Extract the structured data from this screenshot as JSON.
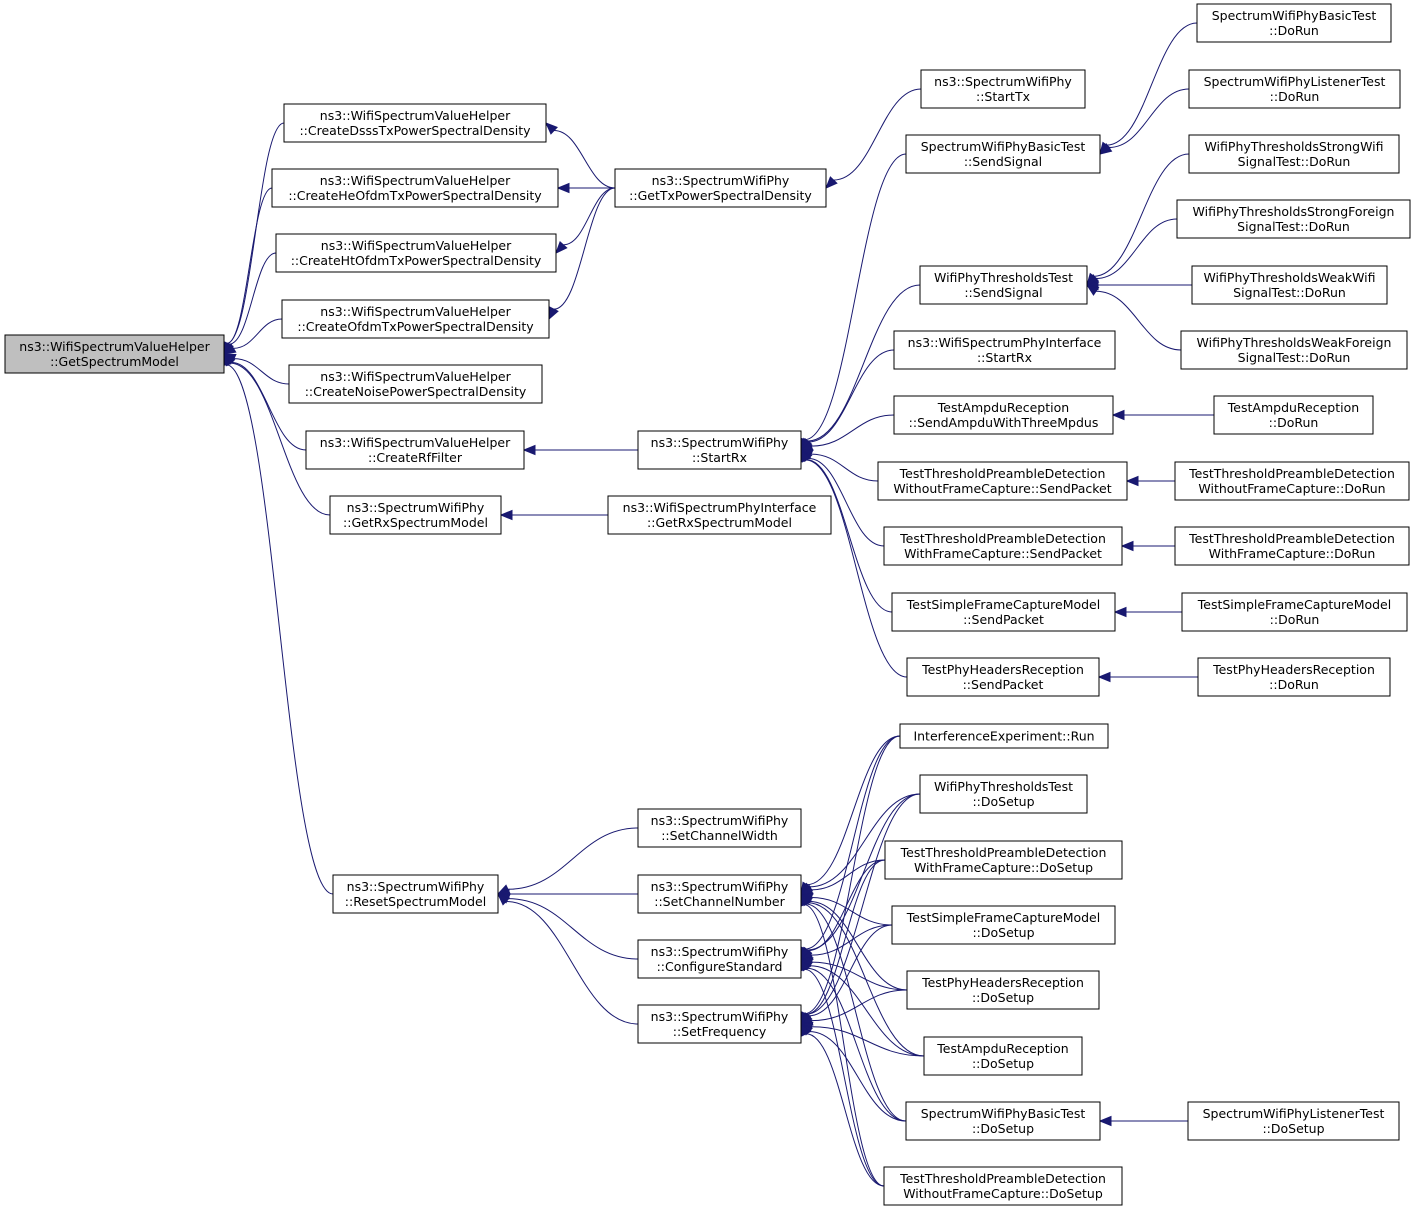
{
  "graph": {
    "edge_color": "#191970",
    "root_fill": "#bfbfbf",
    "node_fill": "#ffffff",
    "nodes": [
      {
        "id": "gsm",
        "lines": [
          "ns3::WifiSpectrumValueHelper",
          "::GetSpectrumModel"
        ],
        "root": true
      },
      {
        "id": "dsss",
        "lines": [
          "ns3::WifiSpectrumValueHelper",
          "::CreateDsssTxPowerSpectralDensity"
        ]
      },
      {
        "id": "heofdm",
        "lines": [
          "ns3::WifiSpectrumValueHelper",
          "::CreateHeOfdmTxPowerSpectralDensity"
        ]
      },
      {
        "id": "htofdm",
        "lines": [
          "ns3::WifiSpectrumValueHelper",
          "::CreateHtOfdmTxPowerSpectralDensity"
        ]
      },
      {
        "id": "ofdm",
        "lines": [
          "ns3::WifiSpectrumValueHelper",
          "::CreateOfdmTxPowerSpectralDensity"
        ]
      },
      {
        "id": "noise",
        "lines": [
          "ns3::WifiSpectrumValueHelper",
          "::CreateNoisePowerSpectralDensity"
        ]
      },
      {
        "id": "rff",
        "lines": [
          "ns3::WifiSpectrumValueHelper",
          "::CreateRfFilter"
        ]
      },
      {
        "id": "getrxsm",
        "lines": [
          "ns3::SpectrumWifiPhy",
          "::GetRxSpectrumModel"
        ]
      },
      {
        "id": "resetsm",
        "lines": [
          "ns3::SpectrumWifiPhy",
          "::ResetSpectrumModel"
        ]
      },
      {
        "id": "gettxpsd",
        "lines": [
          "ns3::SpectrumWifiPhy",
          "::GetTxPowerSpectralDensity"
        ]
      },
      {
        "id": "startrx",
        "lines": [
          "ns3::SpectrumWifiPhy",
          "::StartRx"
        ]
      },
      {
        "id": "ifgetrxsm",
        "lines": [
          "ns3::WifiSpectrumPhyInterface",
          "::GetRxSpectrumModel"
        ]
      },
      {
        "id": "setcw",
        "lines": [
          "ns3::SpectrumWifiPhy",
          "::SetChannelWidth"
        ]
      },
      {
        "id": "setcn",
        "lines": [
          "ns3::SpectrumWifiPhy",
          "::SetChannelNumber"
        ]
      },
      {
        "id": "confstd",
        "lines": [
          "ns3::SpectrumWifiPhy",
          "::ConfigureStandard"
        ]
      },
      {
        "id": "setfreq",
        "lines": [
          "ns3::SpectrumWifiPhy",
          "::SetFrequency"
        ]
      },
      {
        "id": "starttx",
        "lines": [
          "ns3::SpectrumWifiPhy",
          "::StartTx"
        ]
      },
      {
        "id": "sbtsend",
        "lines": [
          "SpectrumWifiPhyBasicTest",
          "::SendSignal"
        ]
      },
      {
        "id": "wpttsend",
        "lines": [
          "WifiPhyThresholdsTest",
          "::SendSignal"
        ]
      },
      {
        "id": "ifstartrx",
        "lines": [
          "ns3::WifiSpectrumPhyInterface",
          "::StartRx"
        ]
      },
      {
        "id": "tarsend",
        "lines": [
          "TestAmpduReception",
          "::SendAmpduWithThreeMpdus"
        ]
      },
      {
        "id": "tpdwosend",
        "lines": [
          "TestThresholdPreambleDetection",
          "WithoutFrameCapture::SendPacket"
        ]
      },
      {
        "id": "tpdwsend",
        "lines": [
          "TestThresholdPreambleDetection",
          "WithFrameCapture::SendPacket"
        ]
      },
      {
        "id": "tsfcsend",
        "lines": [
          "TestSimpleFrameCaptureModel",
          "::SendPacket"
        ]
      },
      {
        "id": "tphrsend",
        "lines": [
          "TestPhyHeadersReception",
          "::SendPacket"
        ]
      },
      {
        "id": "ierun",
        "lines": [
          "InterferenceExperiment::Run"
        ]
      },
      {
        "id": "wptsetup",
        "lines": [
          "WifiPhyThresholdsTest",
          "::DoSetup"
        ]
      },
      {
        "id": "tpdwsetup",
        "lines": [
          "TestThresholdPreambleDetection",
          "WithFrameCapture::DoSetup"
        ]
      },
      {
        "id": "tsfcsetup",
        "lines": [
          "TestSimpleFrameCaptureModel",
          "::DoSetup"
        ]
      },
      {
        "id": "tphrsetup",
        "lines": [
          "TestPhyHeadersReception",
          "::DoSetup"
        ]
      },
      {
        "id": "tarsetup",
        "lines": [
          "TestAmpduReception",
          "::DoSetup"
        ]
      },
      {
        "id": "sbtsetup",
        "lines": [
          "SpectrumWifiPhyBasicTest",
          "::DoSetup"
        ]
      },
      {
        "id": "tpdwosetup",
        "lines": [
          "TestThresholdPreambleDetection",
          "WithoutFrameCapture::DoSetup"
        ]
      },
      {
        "id": "sbtrun",
        "lines": [
          "SpectrumWifiPhyBasicTest",
          "::DoRun"
        ]
      },
      {
        "id": "sltrun",
        "lines": [
          "SpectrumWifiPhyListenerTest",
          "::DoRun"
        ]
      },
      {
        "id": "strongwifi",
        "lines": [
          "WifiPhyThresholdsStrongWifi",
          "SignalTest::DoRun"
        ]
      },
      {
        "id": "strongforeign",
        "lines": [
          "WifiPhyThresholdsStrongForeign",
          "SignalTest::DoRun"
        ]
      },
      {
        "id": "weakwifi",
        "lines": [
          "WifiPhyThresholdsWeakWifi",
          "SignalTest::DoRun"
        ]
      },
      {
        "id": "weakforeign",
        "lines": [
          "WifiPhyThresholdsWeakForeign",
          "SignalTest::DoRun"
        ]
      },
      {
        "id": "tarrun",
        "lines": [
          "TestAmpduReception",
          "::DoRun"
        ]
      },
      {
        "id": "tpdworun",
        "lines": [
          "TestThresholdPreambleDetection",
          "WithoutFrameCapture::DoRun"
        ]
      },
      {
        "id": "tpdwrun",
        "lines": [
          "TestThresholdPreambleDetection",
          "WithFrameCapture::DoRun"
        ]
      },
      {
        "id": "tsfcrun",
        "lines": [
          "TestSimpleFrameCaptureModel",
          "::DoRun"
        ]
      },
      {
        "id": "tphrrun",
        "lines": [
          "TestPhyHeadersReception",
          "::DoRun"
        ]
      },
      {
        "id": "sltsetup",
        "lines": [
          "SpectrumWifiPhyListenerTest",
          "::DoSetup"
        ]
      }
    ],
    "edges": [
      [
        "dsss",
        "gsm"
      ],
      [
        "heofdm",
        "gsm"
      ],
      [
        "htofdm",
        "gsm"
      ],
      [
        "ofdm",
        "gsm"
      ],
      [
        "noise",
        "gsm"
      ],
      [
        "rff",
        "gsm"
      ],
      [
        "getrxsm",
        "gsm"
      ],
      [
        "resetsm",
        "gsm"
      ],
      [
        "gettxpsd",
        "dsss"
      ],
      [
        "gettxpsd",
        "heofdm"
      ],
      [
        "gettxpsd",
        "htofdm"
      ],
      [
        "gettxpsd",
        "ofdm"
      ],
      [
        "startrx",
        "rff"
      ],
      [
        "ifgetrxsm",
        "getrxsm"
      ],
      [
        "setcw",
        "resetsm"
      ],
      [
        "setcn",
        "resetsm"
      ],
      [
        "confstd",
        "resetsm"
      ],
      [
        "setfreq",
        "resetsm"
      ],
      [
        "starttx",
        "gettxpsd"
      ],
      [
        "sbtsend",
        "startrx"
      ],
      [
        "wpttsend",
        "startrx"
      ],
      [
        "ifstartrx",
        "startrx"
      ],
      [
        "tarsend",
        "startrx"
      ],
      [
        "tpdwosend",
        "startrx"
      ],
      [
        "tpdwsend",
        "startrx"
      ],
      [
        "tsfcsend",
        "startrx"
      ],
      [
        "tphrsend",
        "startrx"
      ],
      [
        "sbtrun",
        "sbtsend"
      ],
      [
        "sltrun",
        "sbtsend"
      ],
      [
        "strongwifi",
        "wpttsend"
      ],
      [
        "strongforeign",
        "wpttsend"
      ],
      [
        "weakwifi",
        "wpttsend"
      ],
      [
        "weakforeign",
        "wpttsend"
      ],
      [
        "tarrun",
        "tarsend"
      ],
      [
        "tpdworun",
        "tpdwosend"
      ],
      [
        "tpdwrun",
        "tpdwsend"
      ],
      [
        "tsfcrun",
        "tsfcsend"
      ],
      [
        "tphrrun",
        "tphrsend"
      ],
      [
        "ierun",
        "setcn"
      ],
      [
        "wptsetup",
        "setcn"
      ],
      [
        "tpdwsetup",
        "setcn"
      ],
      [
        "tsfcsetup",
        "setcn"
      ],
      [
        "tphrsetup",
        "setcn"
      ],
      [
        "tarsetup",
        "setcn"
      ],
      [
        "sbtsetup",
        "setcn"
      ],
      [
        "tpdwosetup",
        "setcn"
      ],
      [
        "ierun",
        "confstd"
      ],
      [
        "wptsetup",
        "confstd"
      ],
      [
        "tpdwsetup",
        "confstd"
      ],
      [
        "tsfcsetup",
        "confstd"
      ],
      [
        "tphrsetup",
        "confstd"
      ],
      [
        "tarsetup",
        "confstd"
      ],
      [
        "sbtsetup",
        "confstd"
      ],
      [
        "tpdwosetup",
        "confstd"
      ],
      [
        "ierun",
        "setfreq"
      ],
      [
        "wptsetup",
        "setfreq"
      ],
      [
        "tpdwsetup",
        "setfreq"
      ],
      [
        "tsfcsetup",
        "setfreq"
      ],
      [
        "tphrsetup",
        "setfreq"
      ],
      [
        "tarsetup",
        "setfreq"
      ],
      [
        "sbtsetup",
        "setfreq"
      ],
      [
        "tpdwosetup",
        "setfreq"
      ],
      [
        "sltsetup",
        "sbtsetup"
      ]
    ]
  }
}
